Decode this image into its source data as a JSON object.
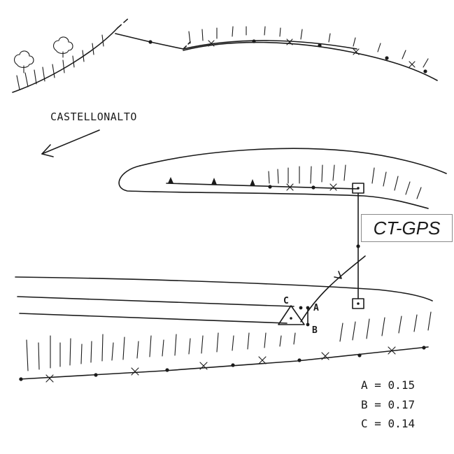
{
  "map": {
    "town_label": "CASTELLONALTO",
    "station_label": "CT-GPS",
    "points": {
      "a": "A",
      "b": "B",
      "c": "C"
    },
    "measurements": [
      {
        "point": "A",
        "value": "0.15"
      },
      {
        "point": "B",
        "value": "0.17"
      },
      {
        "point": "C",
        "value": "0.14"
      }
    ]
  }
}
